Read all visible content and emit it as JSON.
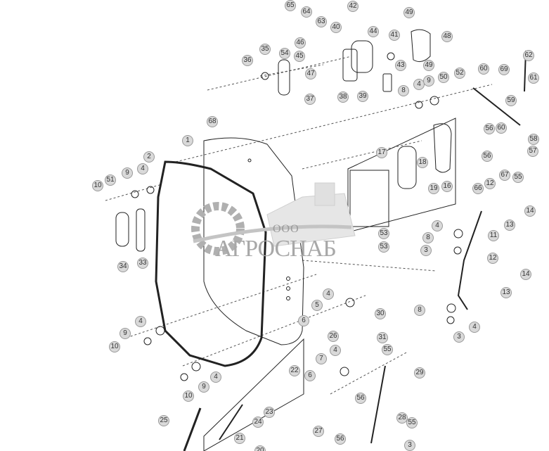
{
  "diagram": {
    "watermark": {
      "prefix": "ООО",
      "name": "АГРОСНАБ"
    },
    "callouts": [
      "65",
      "64",
      "63",
      "42",
      "40",
      "44",
      "41",
      "49",
      "48",
      "46",
      "45",
      "54",
      "35",
      "36",
      "47",
      "37",
      "38",
      "39",
      "43",
      "49",
      "8",
      "4",
      "9",
      "50",
      "52",
      "60",
      "69",
      "62",
      "61",
      "59",
      "58",
      "56",
      "60",
      "57",
      "56",
      "55",
      "67",
      "66",
      "12",
      "14",
      "13",
      "11",
      "4",
      "8",
      "53",
      "53",
      "3",
      "12",
      "14",
      "13",
      "8",
      "4",
      "3",
      "17",
      "18",
      "19",
      "16",
      "68",
      "1",
      "2",
      "9",
      "4",
      "51",
      "10",
      "34",
      "33",
      "4",
      "9",
      "10",
      "4",
      "9",
      "10",
      "5",
      "4",
      "30",
      "6",
      "26",
      "31",
      "55",
      "7",
      "4",
      "29",
      "6",
      "56",
      "22",
      "28",
      "24",
      "23",
      "21",
      "25",
      "27",
      "56",
      "55",
      "3",
      "20"
    ],
    "colors": {
      "line": "#222222",
      "callout_fill": "#d9d9d9",
      "watermark": "#a8a8a8"
    }
  }
}
